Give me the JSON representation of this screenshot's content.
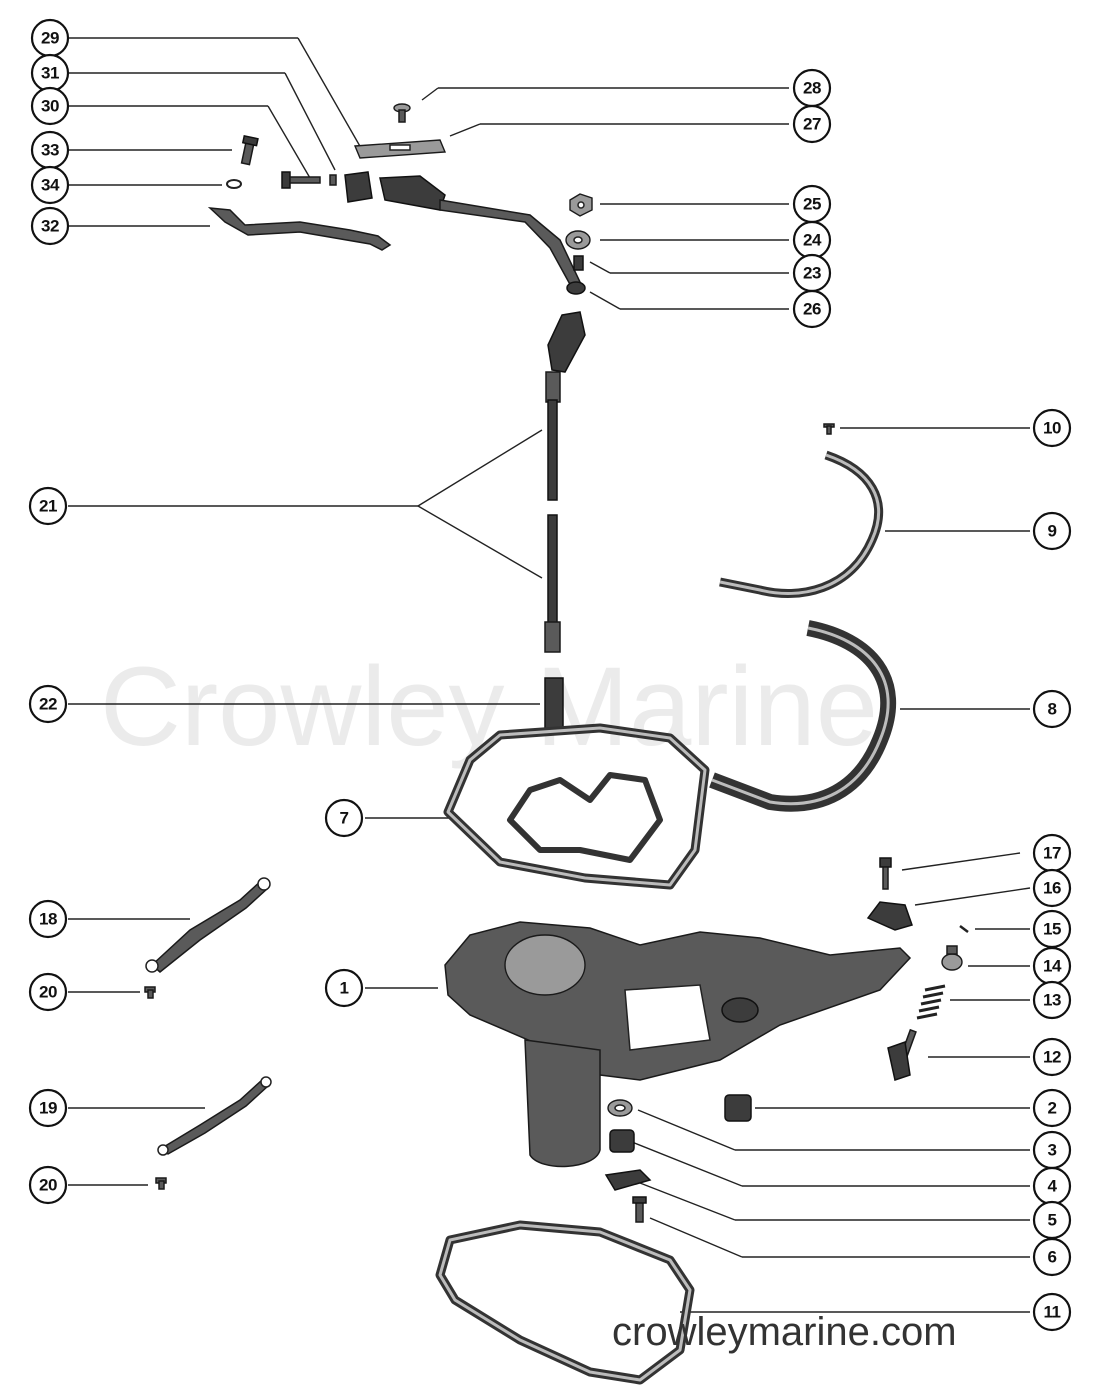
{
  "watermark": "Crowley Marine",
  "site_text": "crowleymarine.com",
  "colors": {
    "ink": "#111111",
    "part": "#5a5a5a",
    "watermark": "#ebebeb"
  },
  "callouts": [
    {
      "n": "29"
    },
    {
      "n": "31"
    },
    {
      "n": "30"
    },
    {
      "n": "33"
    },
    {
      "n": "34"
    },
    {
      "n": "32"
    },
    {
      "n": "28"
    },
    {
      "n": "27"
    },
    {
      "n": "25"
    },
    {
      "n": "24"
    },
    {
      "n": "23"
    },
    {
      "n": "26"
    },
    {
      "n": "10"
    },
    {
      "n": "9"
    },
    {
      "n": "21"
    },
    {
      "n": "22"
    },
    {
      "n": "8"
    },
    {
      "n": "7"
    },
    {
      "n": "17"
    },
    {
      "n": "16"
    },
    {
      "n": "18"
    },
    {
      "n": "15"
    },
    {
      "n": "20"
    },
    {
      "n": "1"
    },
    {
      "n": "14"
    },
    {
      "n": "13"
    },
    {
      "n": "12"
    },
    {
      "n": "19"
    },
    {
      "n": "2"
    },
    {
      "n": "3"
    },
    {
      "n": "20"
    },
    {
      "n": "4"
    },
    {
      "n": "5"
    },
    {
      "n": "6"
    },
    {
      "n": "11"
    }
  ]
}
